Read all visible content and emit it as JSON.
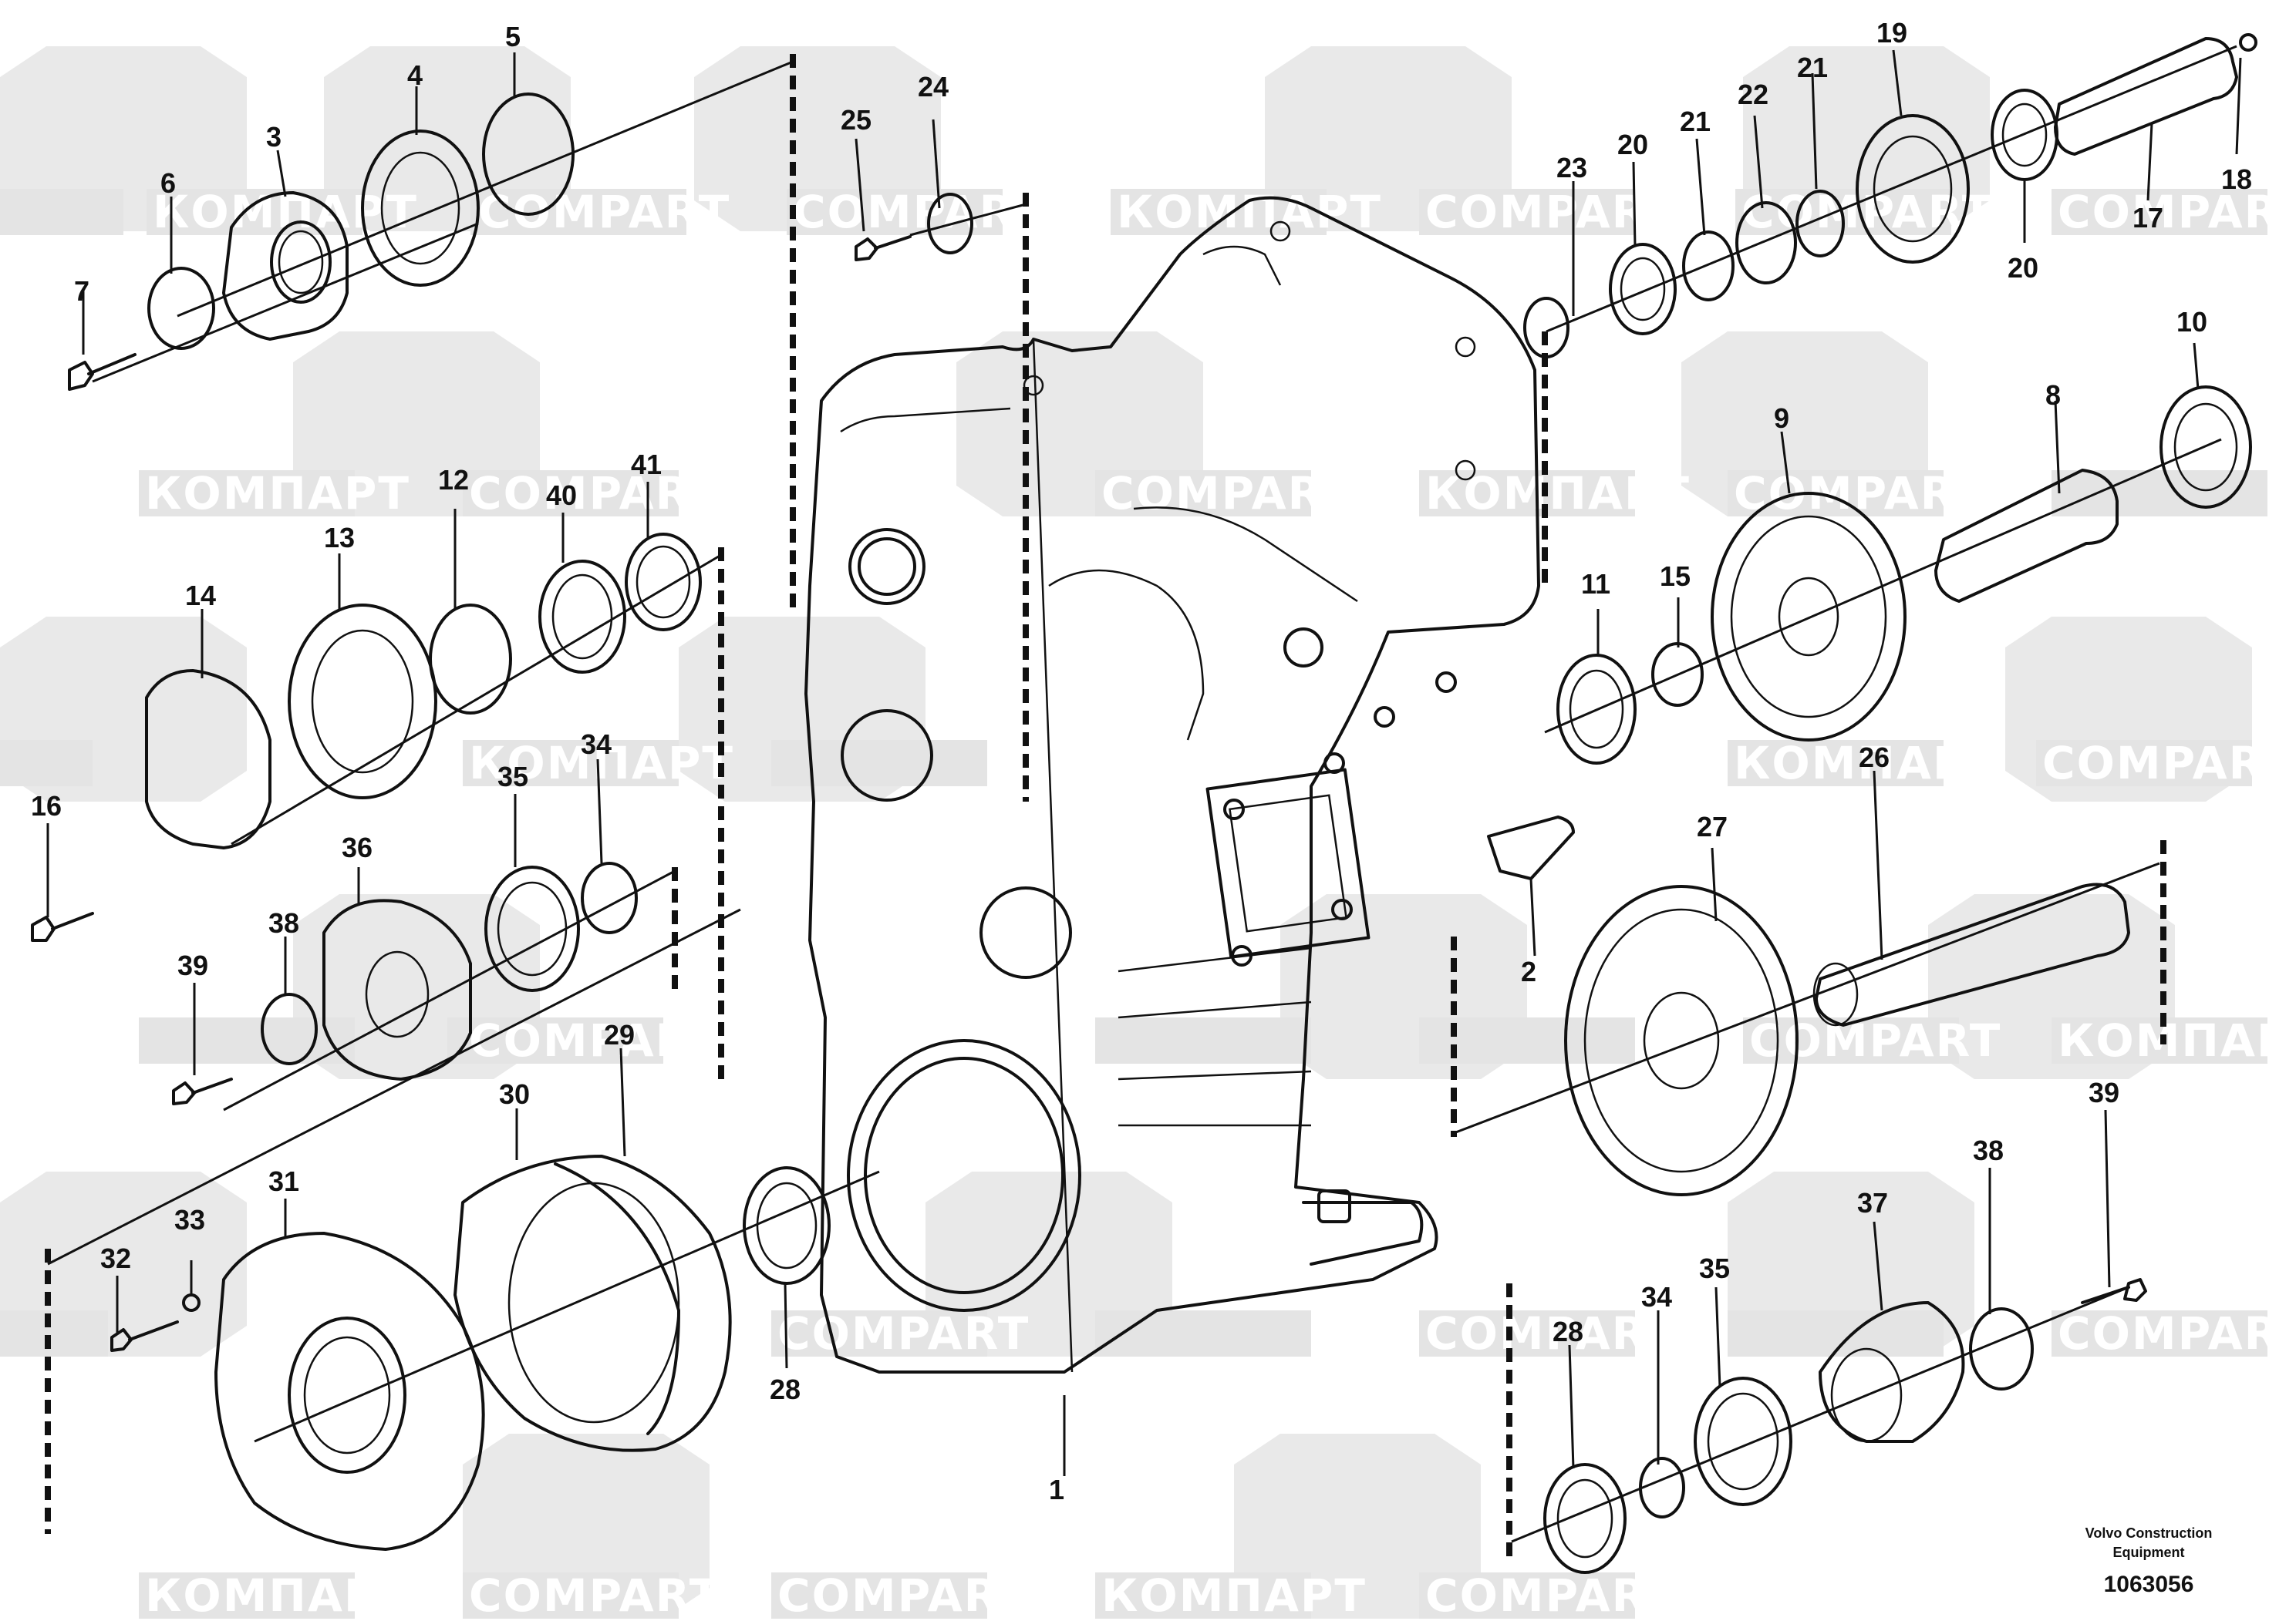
{
  "watermark": {
    "brand_en": "COMPART",
    "brand_ru": "КОМПАРТ"
  },
  "callouts": {
    "c1": "1",
    "c2": "2",
    "c3": "3",
    "c4": "4",
    "c5": "5",
    "c6": "6",
    "c7": "7",
    "c8": "8",
    "c9": "9",
    "c10": "10",
    "c11": "11",
    "c12": "12",
    "c13": "13",
    "c14": "14",
    "c15": "15",
    "c16": "16",
    "c17": "17",
    "c18": "18",
    "c19": "19",
    "c20a": "20",
    "c20b": "20",
    "c21a": "21",
    "c21b": "21",
    "c22": "22",
    "c23": "23",
    "c24": "24",
    "c25": "25",
    "c26": "26",
    "c27": "27",
    "c28a": "28",
    "c28b": "28",
    "c29": "29",
    "c30": "30",
    "c31": "31",
    "c32": "32",
    "c33": "33",
    "c34a": "34",
    "c34b": "34",
    "c35a": "35",
    "c35b": "35",
    "c36": "36",
    "c37": "37",
    "c38a": "38",
    "c38b": "38",
    "c39a": "39",
    "c39b": "39",
    "c40": "40",
    "c41": "41"
  },
  "footer": {
    "company_line1": "Volvo Construction",
    "company_line2": "Equipment",
    "drawing_number": "1063056"
  }
}
